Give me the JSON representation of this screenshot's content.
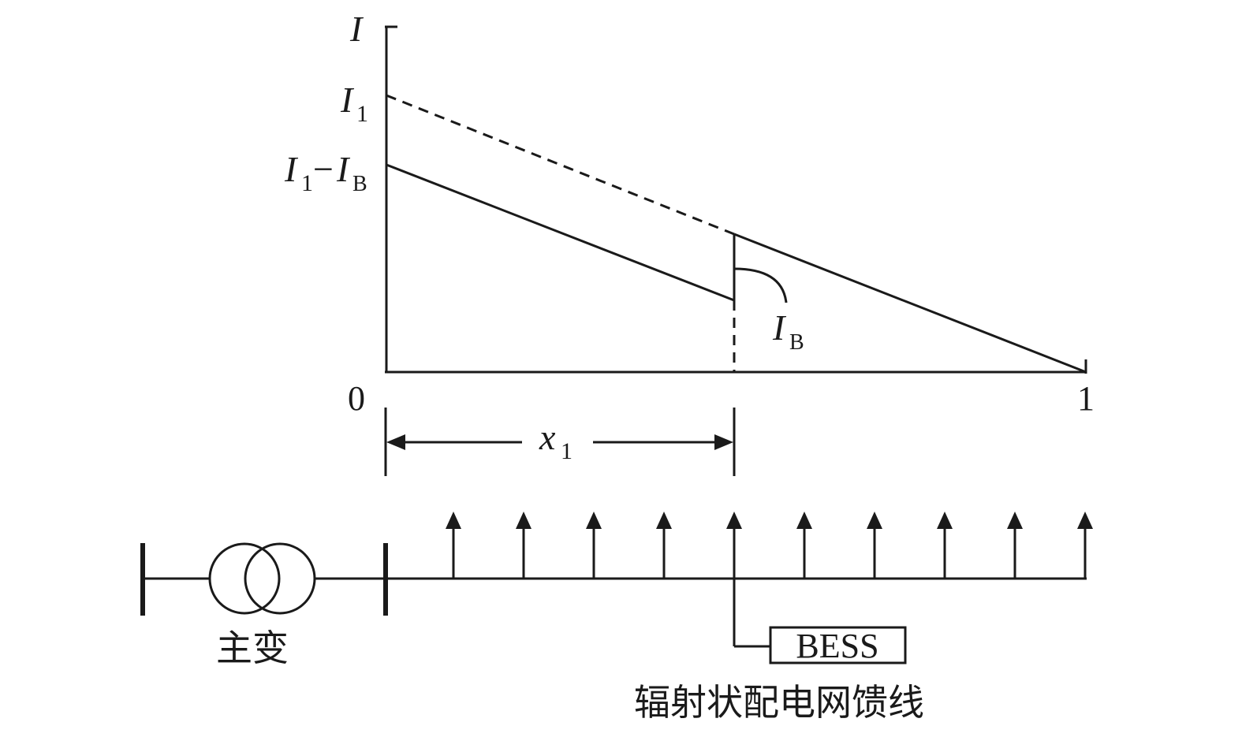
{
  "axes": {
    "y_label": "I",
    "x_origin": "0",
    "x_end": "1"
  },
  "current_labels": {
    "i1_main": "I",
    "i1_sub": "1",
    "i1_minus_ib_main1": "I",
    "i1_minus_ib_sub1": "1",
    "i1_minus_ib_minus": "−",
    "i1_minus_ib_main2": "I",
    "i1_minus_ib_sub2": "B",
    "ib_main": "I",
    "ib_sub": "B"
  },
  "dimension": {
    "x1_main": "x",
    "x1_sub": "1"
  },
  "circuit": {
    "transformer_label": "主变",
    "bess_label": "BESS",
    "feeder_caption": "辐射状配电网馈线"
  },
  "colors": {
    "ink": "#1a1a1a",
    "background": "#ffffff"
  }
}
